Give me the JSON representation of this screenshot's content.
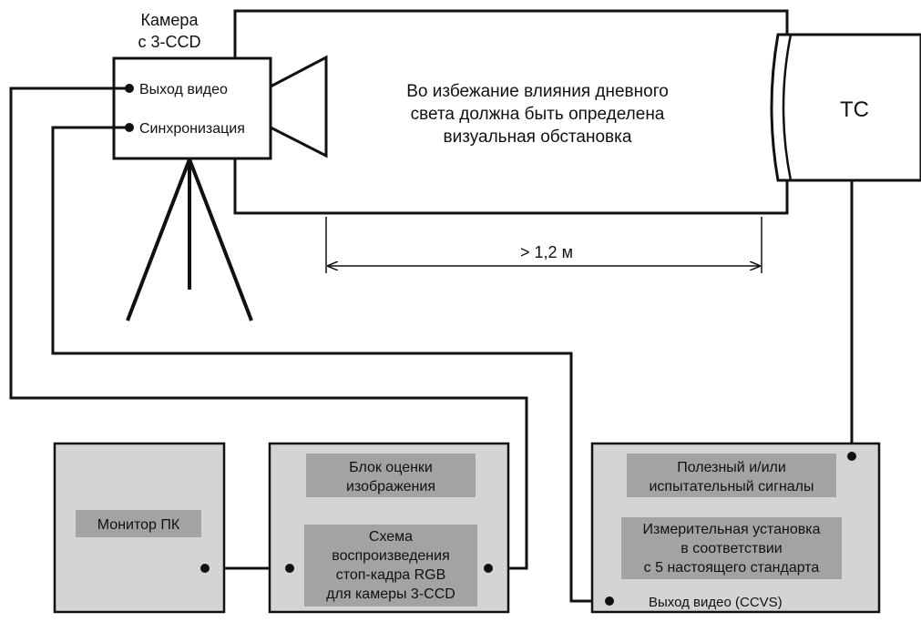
{
  "camera": {
    "title_line1": "Камера",
    "title_line2": "с 3-CCD",
    "video_out_label": "Выход видео",
    "sync_label": "Синхронизация"
  },
  "enclosure": {
    "note_line1": "Во избежание влияния дневного",
    "note_line2": "света должна быть определена",
    "note_line3": "визуальная обстановка"
  },
  "distance_label": "> 1,2 м",
  "tv": {
    "label": "ТС"
  },
  "monitor": {
    "label": "Монитор ПК"
  },
  "evaluation": {
    "block_line1": "Блок оценки",
    "block_line2": "изображения",
    "circuit_line1": "Схема",
    "circuit_line2": "воспроизведения",
    "circuit_line3": "стоп-кадра RGB",
    "circuit_line4": "для камеры 3-CCD"
  },
  "measurement": {
    "signals_line1": "Полезный и/или",
    "signals_line2": "испытательный сигналы",
    "setup_line1": "Измерительная установка",
    "setup_line2": "в соответствии",
    "setup_line3": "с 5 настоящего стандарта",
    "video_out_label": "Выход видео (CCVS)"
  }
}
